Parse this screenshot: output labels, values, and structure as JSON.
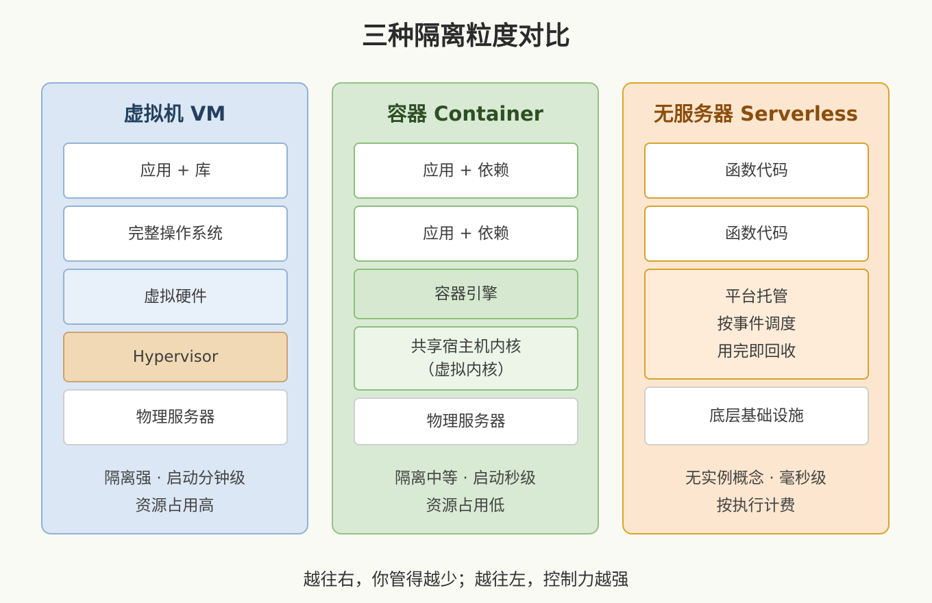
{
  "title": "三种隔离粒度对比",
  "columns": [
    {
      "title": "虚拟机 VM",
      "layers": [
        [
          "应用 + 库"
        ],
        [
          "完整操作系统"
        ],
        [
          "虚拟硬件"
        ],
        [
          "Hypervisor"
        ],
        [
          "物理服务器"
        ]
      ],
      "summary": [
        "隔离强 · 启动分钟级",
        "资源占用高"
      ]
    },
    {
      "title": "容器 Container",
      "layers": [
        [
          "应用 + 依赖"
        ],
        [
          "应用 + 依赖"
        ],
        [
          "容器引擎"
        ],
        [
          "共享宿主机内核",
          "（虚拟内核）"
        ],
        [
          "物理服务器"
        ]
      ],
      "summary": [
        "隔离中等 · 启动秒级",
        "资源占用低"
      ]
    },
    {
      "title": "无服务器 Serverless",
      "layers": [
        [
          "函数代码"
        ],
        [
          "函数代码"
        ],
        [
          "平台托管",
          "按事件调度",
          "用完即回收"
        ],
        [
          "底层基础设施"
        ]
      ],
      "summary": [
        "无实例概念 · 毫秒级",
        "按执行计费"
      ]
    }
  ],
  "footer": "越往右，你管得越少；越往左，控制力越强",
  "colors": {
    "vm_bg": "#dbe7f5",
    "container_bg": "#d9ead4",
    "serverless_bg": "#fde6cf",
    "hypervisor_bg": "#f1d9b5"
  }
}
